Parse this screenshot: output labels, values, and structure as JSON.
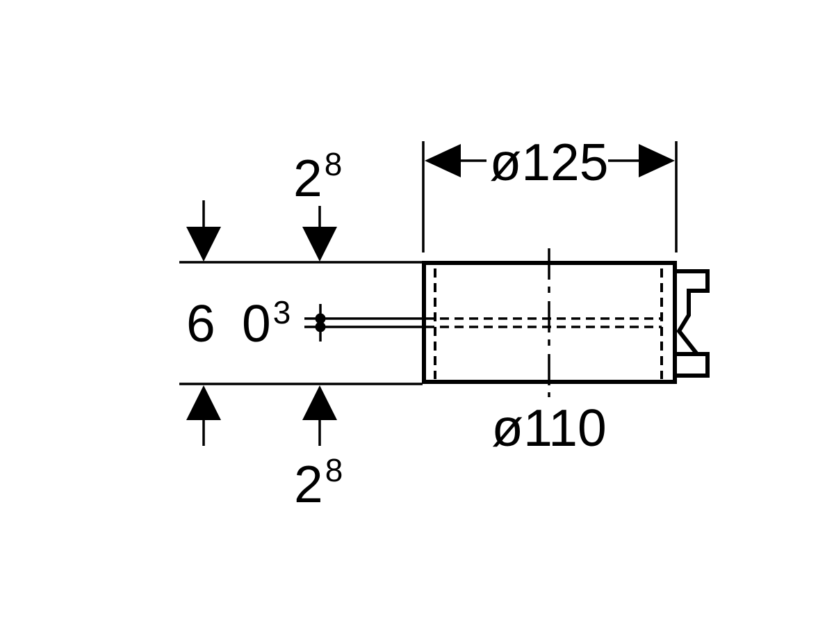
{
  "drawing": {
    "background_color": "#ffffff",
    "line_color": "#000000",
    "dimensions": {
      "top_offset": {
        "base": "2",
        "sup": "8",
        "value": "2.8"
      },
      "bottom_offset": {
        "base": "2",
        "sup": "8",
        "value": "2.8"
      },
      "overall_height": {
        "value": "6"
      },
      "wall_thickness": {
        "base": "0",
        "sup": "3",
        "value": "0.3"
      },
      "outer_diameter": {
        "value": "ø125"
      },
      "inner_diameter": {
        "value": "ø110"
      }
    }
  }
}
